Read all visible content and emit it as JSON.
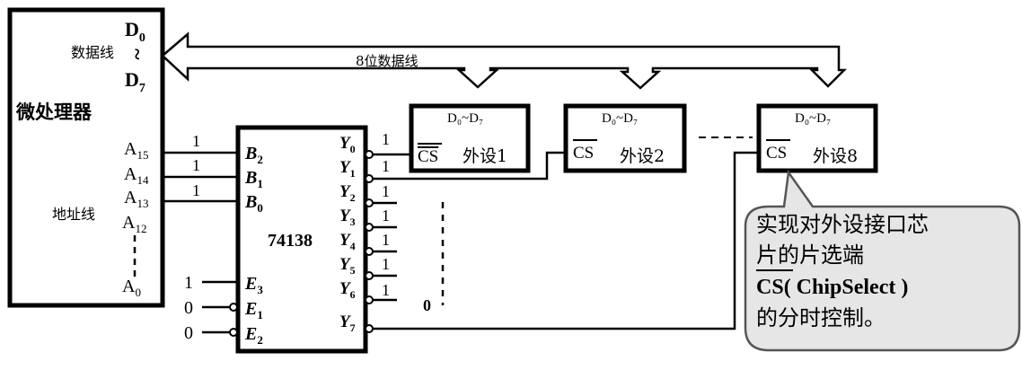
{
  "cpu": {
    "name": "微处理器",
    "data_line_label": "数据线",
    "data_top": "D",
    "data_top_sub": "0",
    "data_tilde": "~",
    "data_bottom": "D",
    "data_bottom_sub": "7",
    "address_line_label": "地址线",
    "address_pins": [
      {
        "main": "A",
        "sub": "15"
      },
      {
        "main": "A",
        "sub": "14"
      },
      {
        "main": "A",
        "sub": "13"
      },
      {
        "main": "A",
        "sub": "12"
      },
      {
        "main": "A",
        "sub": "0"
      }
    ]
  },
  "bus_label": "8位数据线",
  "decoder": {
    "name": "74138",
    "inputs": [
      {
        "main": "B",
        "sub": "2"
      },
      {
        "main": "B",
        "sub": "1"
      },
      {
        "main": "B",
        "sub": "0"
      }
    ],
    "enables": [
      {
        "main": "E",
        "sub": "3"
      },
      {
        "main": "E",
        "sub": "1"
      },
      {
        "main": "E",
        "sub": "2"
      }
    ],
    "enable_values": [
      "1",
      "0",
      "0"
    ],
    "input_values": [
      "1",
      "1",
      "1"
    ],
    "outputs": [
      {
        "main": "Y",
        "sub": "0",
        "value": "1"
      },
      {
        "main": "Y",
        "sub": "1",
        "value": "1"
      },
      {
        "main": "Y",
        "sub": "2",
        "value": "1"
      },
      {
        "main": "Y",
        "sub": "3",
        "value": "1"
      },
      {
        "main": "Y",
        "sub": "4",
        "value": "1"
      },
      {
        "main": "Y",
        "sub": "5",
        "value": "1"
      },
      {
        "main": "Y",
        "sub": "6",
        "value": "1"
      },
      {
        "main": "Y",
        "sub": "7",
        "value": ""
      }
    ],
    "y7_value": "0"
  },
  "peripherals": [
    {
      "data": "D₀~D₇",
      "cs": "CS",
      "name": "外设1"
    },
    {
      "data": "D₀~D₇",
      "cs": "CS",
      "name": "外设2"
    },
    {
      "data": "D₀~D₇",
      "cs": "CS",
      "name": "外设8"
    }
  ],
  "callout": {
    "line1": "实现对外设接口芯",
    "line2": "片的片选端",
    "line3_cs": "CS",
    "line3_rest": "( ChipSelect )",
    "line4": "的分时控制。"
  },
  "colors": {
    "line": "#000000",
    "callout_fill": "#e6e6e6",
    "callout_stroke": "#555555"
  }
}
